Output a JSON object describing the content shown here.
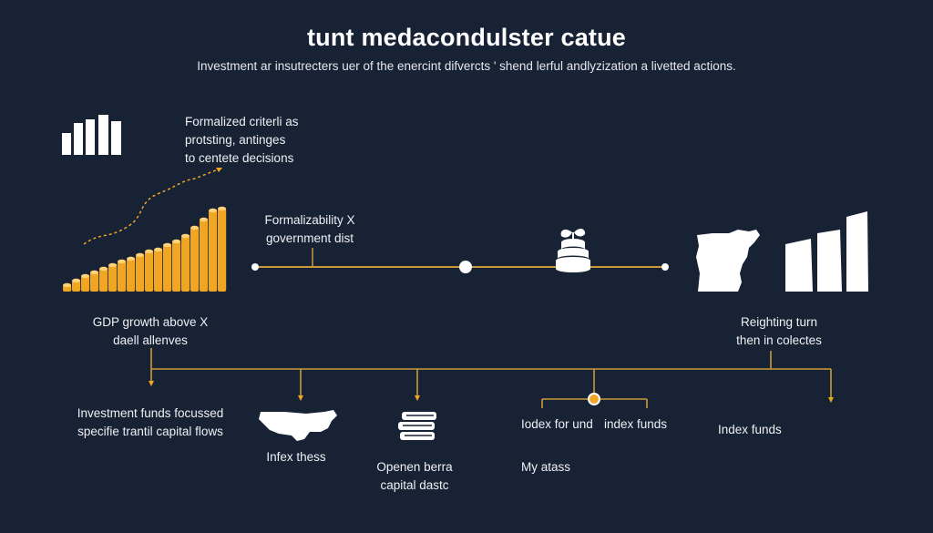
{
  "title": "tunt medacondulster catue",
  "subtitle": "Investment ar insutrecters uer of the enercint difvercts ' shend lerful andlyzization a livetted actions.",
  "annotations": {
    "top_note": [
      "Formalized criterli as",
      "protsting, antinges",
      "to centete decisions"
    ],
    "mid_note": [
      "Formalizability X",
      "government dist"
    ],
    "left_note": [
      "GDP growth above X",
      "daell allenves"
    ],
    "right_note": [
      "Reighting turn",
      "then in colectes"
    ]
  },
  "bottom": {
    "b1": [
      "Investment funds focussed",
      "specifie trantil capital flows"
    ],
    "b2": "Infex thess",
    "b3": [
      "Openen berra",
      "capital dastc"
    ],
    "b4a": "Iodex for und",
    "b4b": "index funds",
    "b4c": "My atass",
    "b5": "Index funds"
  },
  "colors": {
    "background": "#182235",
    "accent": "#f0a623",
    "line": "#c99a3a",
    "white": "#ffffff"
  },
  "icons": [
    "bar-chart-icon",
    "growth-chart-icon",
    "sprout-stack-icon",
    "map-region-icon",
    "bar-chart-icon",
    "usa-map-icon",
    "books-stack-icon"
  ]
}
